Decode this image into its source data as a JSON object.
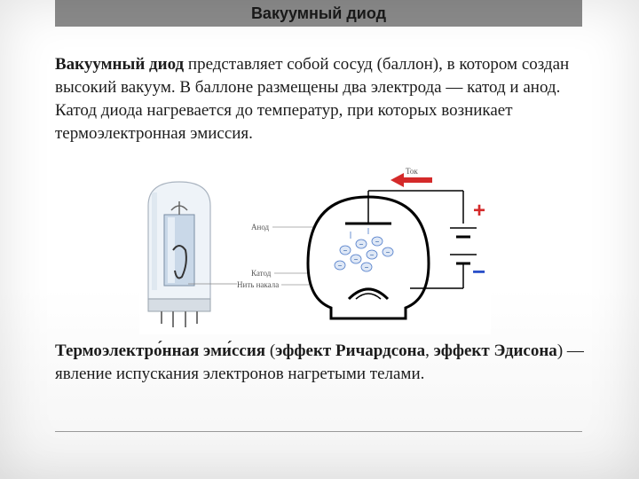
{
  "slide": {
    "title": "Вакуумный диод"
  },
  "paragraph1": {
    "term": "Вакуумный диод",
    "text": " представляет собой сосуд (баллон), в котором создан высокий вакуум. В баллоне размещены два электрода — катод и анод. Катод диода нагревается до температур, при которых возникает термоэлектронная эмиссия."
  },
  "figure": {
    "label_current": "Ток",
    "label_anode": "Анод",
    "label_cathode": "Катод",
    "label_filament": "Нить накала",
    "plus_sign": "+",
    "minus_sign": "−",
    "electron_sign": "−",
    "colors": {
      "arrow": "#d42a2a",
      "plus": "#d42a2a",
      "minus": "#2a4fc8",
      "electron": "#4a78c8"
    }
  },
  "paragraph2": {
    "term": "Термоэлектро́нная эми́ссия",
    "open_paren": " (",
    "effect1": "эффект Ричардсона",
    "comma": ", ",
    "effect2": "эффект Эдисона",
    "close_paren": ")",
    "text": " — явление испускания электронов нагретыми телами."
  }
}
